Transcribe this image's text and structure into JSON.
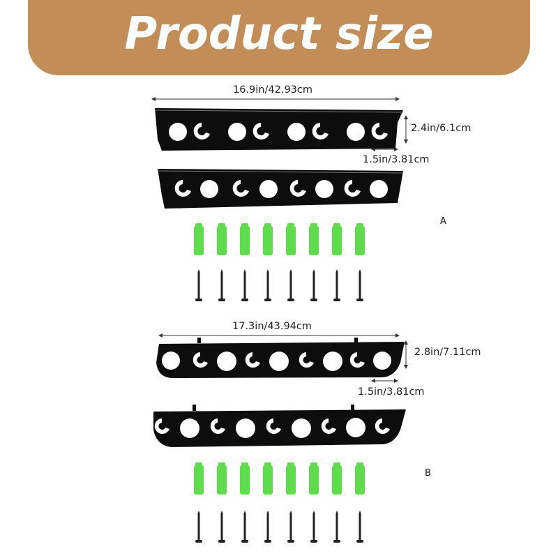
{
  "header": {
    "title": "Product size"
  },
  "set_a": {
    "label": "A",
    "length": "16.9in/42.93cm",
    "height": "2.4in/6.1cm",
    "slot": "1.5in/3.81cm"
  },
  "set_b": {
    "label": "B",
    "length": "17.3in/43.94cm",
    "height": "2.8in/7.11cm",
    "slot": "1.5in/3.81cm"
  },
  "colors": {
    "banner": "#c28d56",
    "rack": "#0d0d0d",
    "anchor": "#5fdc4b",
    "screw": "#222222"
  }
}
